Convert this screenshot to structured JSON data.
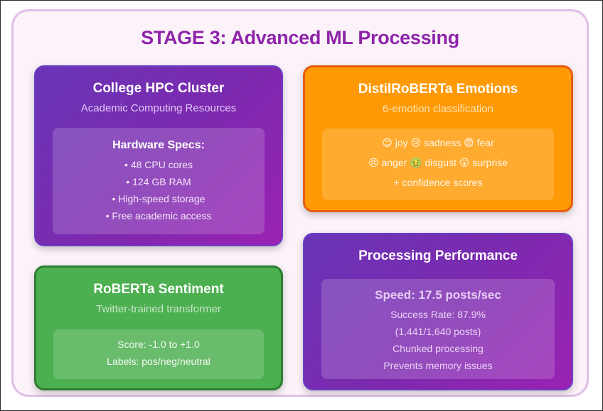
{
  "stage": {
    "title": "STAGE 3: Advanced ML Processing",
    "accent_color": "#8e24aa",
    "border_color": "#e1bee7"
  },
  "cards": {
    "hpc": {
      "title": "College HPC Cluster",
      "subtitle": "Academic Computing Resources",
      "section_title": "Hardware Specs:",
      "items": [
        "• 48 CPU cores",
        "• 124 GB RAM",
        "• High-speed storage",
        "• Free academic access"
      ],
      "color": "#7b2aaf"
    },
    "emotions": {
      "title": "DistilRoBERTa Emotions",
      "subtitle": "6-emotion classification",
      "emotions": [
        {
          "icon": "😊",
          "icon_name": "smiling-face-icon",
          "label": "joy"
        },
        {
          "icon": "😢",
          "icon_name": "crying-face-icon",
          "label": "sadness"
        },
        {
          "icon": "😨",
          "icon_name": "fearful-face-icon",
          "label": "fear"
        },
        {
          "icon": "😠",
          "icon_name": "angry-face-icon",
          "label": "anger"
        },
        {
          "icon": "🤢",
          "icon_name": "nauseated-face-icon",
          "label": "disgust"
        },
        {
          "icon": "😲",
          "icon_name": "astonished-face-icon",
          "label": "surprise"
        }
      ],
      "footer": "+ confidence scores",
      "color": "#ff9a06",
      "border_color": "#e65d10"
    },
    "sentiment": {
      "title": "RoBERTa Sentiment",
      "subtitle": "Twitter-trained transformer",
      "items": [
        "Score: -1.0 to +1.0",
        "Labels: pos/neg/neutral"
      ],
      "color": "#4caf50",
      "border_color": "#2e7d32"
    },
    "performance": {
      "title": "Processing Performance",
      "speed": "Speed: 17.5 posts/sec",
      "items": [
        "Success Rate: 87.9%",
        "(1,441/1,640 posts)",
        "Chunked processing",
        "Prevents memory issues"
      ],
      "color": "#7b2aaf"
    }
  }
}
